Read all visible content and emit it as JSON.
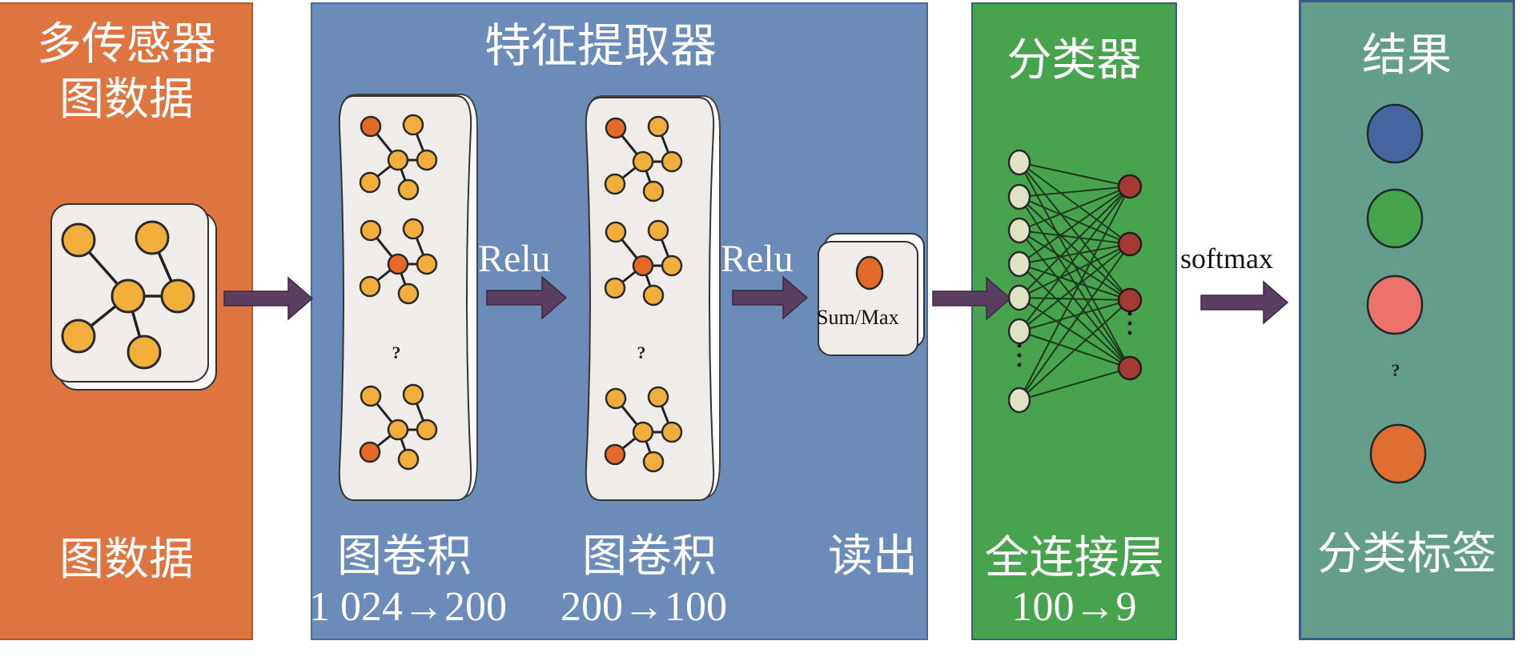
{
  "stages": {
    "input": {
      "title_line1": "多传感器",
      "title_line2": "图数据",
      "bottom_label": "图数据",
      "color": "#de7440"
    },
    "feature_extractor": {
      "title": "特征提取器",
      "color": "#6b8cb8",
      "conv1": {
        "label": "图卷积",
        "dims": "1 024→200"
      },
      "conv2": {
        "label": "图卷积",
        "dims": "200→100"
      },
      "readout": {
        "label": "读出",
        "op": "Sum/Max"
      },
      "activation1": "Relu",
      "activation2": "Relu",
      "ellipsis": "?"
    },
    "classifier": {
      "title": "分类器",
      "color": "#47a34e",
      "layer_label": "全连接层",
      "dims": "100→9",
      "input_nodes_shown": 7,
      "output_nodes_shown": 4
    },
    "output_activation": "softmax",
    "result": {
      "title": "结果",
      "bottom_label": "分类标签",
      "color": "#659d8c",
      "ellipsis": "?",
      "class_colors": [
        "#4565a0",
        "#45a34a",
        "#ee726c",
        "#e06e33"
      ]
    }
  },
  "palette": {
    "node_yellow": "#f2ae3a",
    "node_orange": "#e56a27",
    "card_bg": "#efecea",
    "arrow": "#5a3f63",
    "fc_input_node": "#dfe3c4",
    "fc_output_node": "#a33a33"
  }
}
